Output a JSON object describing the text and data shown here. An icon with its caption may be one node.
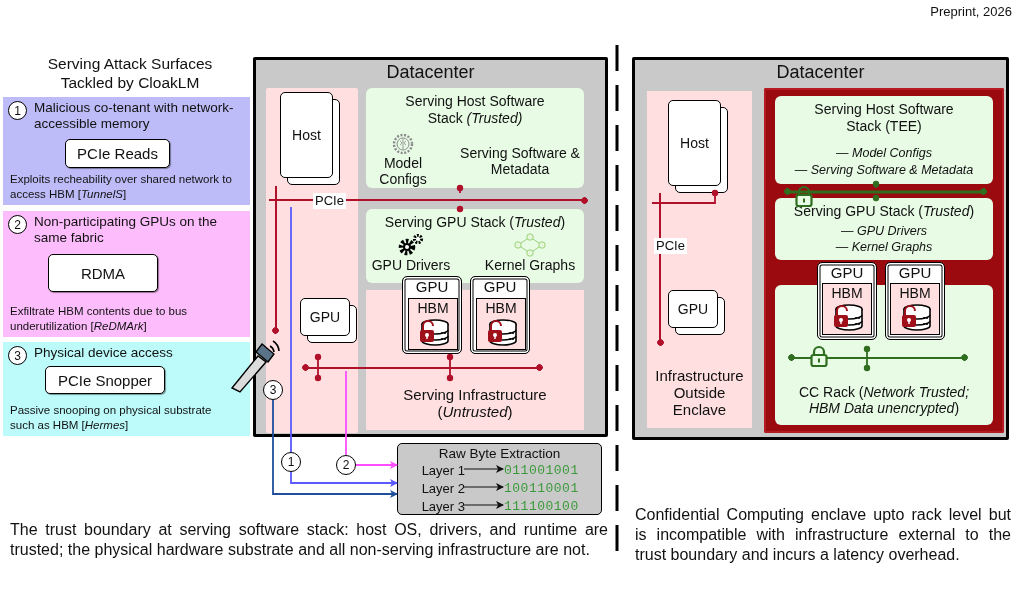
{
  "diagram": {
    "nodes": [
      {
        "text": [
          "Malicious co-tenant with network-accessible memory",
          "Exploits recheability over shared network to access HBM [*TunnelS*]"
        ]
      },
      {
        "text": [
          "1"
        ],
        "in": 0
      },
      {
        "text": [
          "PCIe Reads"
        ],
        "in": 0
      },
      {
        "text": [
          "Non-participating GPUs on the same fabric",
          "Exfiltrate HBM contents due to bus underutilization [*ReDMArk*]"
        ]
      },
      {
        "text": [
          "2"
        ],
        "in": 3
      },
      {
        "text": [
          "RDMA"
        ],
        "in": 3
      },
      {
        "text": [
          "Physical device access",
          "Passive snooping on physical substrate such as HBM [*Hermes*]"
        ]
      },
      {
        "text": [
          "3"
        ],
        "in": 6
      },
      {
        "text": [
          "PCIe Snopper"
        ],
        "in": 6
      },
      {
        "text": [
          "Datacenter"
        ]
      },
      {
        "text": [],
        "shape": "box",
        "in": 9
      },
      {
        "text": [
          "Host"
        ],
        "in": 10
      },
      {
        "text": [
          "GPU"
        ],
        "in": 10
      },
      {
        "text": [
          "Serving Host Software Stack *(Trusted)*"
        ],
        "in": 9
      },
      {
        "text": [
          "Model Configs"
        ],
        "in": 13
      },
      {
        "text": [
          "Serving Software & Metadata"
        ],
        "in": 13
      },
      {
        "text": [
          "Serving GPU Stack (*Trusted*)"
        ],
        "in": 9
      },
      {
        "text": [
          "GPU Drivers"
        ],
        "in": 16
      },
      {
        "text": [
          "Kernel Graphs"
        ],
        "in": 16
      },
      {
        "text": [
          "Serving Infrastructure (*Untrusted*)"
        ],
        "in": 9
      },
      {
        "text": [
          "GPU"
        ],
        "in": 9
      },
      {
        "text": [
          "HBM"
        ],
        "in": 20
      },
      {
        "text": [
          "GPU"
        ],
        "in": 9
      },
      {
        "text": [
          "HBM"
        ],
        "in": 22
      },
      {
        "text": [
          "1"
        ]
      },
      {
        "text": [
          "2"
        ]
      },
      {
        "text": [
          "3"
        ],
        "in": 9
      },
      {
        "text": [
          "Raw Byte Extraction"
        ]
      },
      {
        "text": [
          "Layer 1"
        ],
        "in": 27
      },
      {
        "text": [
          "011001001"
        ],
        "in": 27
      },
      {
        "text": [
          "Layer 2"
        ],
        "in": 27
      },
      {
        "text": [
          "100110001"
        ],
        "in": 27
      },
      {
        "text": [
          "Layer 3"
        ],
        "in": 27
      },
      {
        "text": [
          "111100100"
        ],
        "in": 27
      },
      {
        "text": [
          "Datacenter"
        ]
      },
      {
        "text": [
          "Infrastructure Outside Enclave"
        ],
        "in": 34
      },
      {
        "text": [
          "Host"
        ],
        "in": 35
      },
      {
        "text": [
          "GPU"
        ],
        "in": 35
      },
      {
        "text": [],
        "shape": "box",
        "in": 34
      },
      {
        "text": [
          "Serving Host Software Stack (TEE)",
          "— *Model Configs*",
          "— *Serving Software & Metadata*"
        ],
        "in": 38
      },
      {
        "text": [
          "Serving GPU Stack (*Trusted*)",
          "— *GPU Drivers*",
          "— *Kernel Graphs*"
        ],
        "in": 38
      },
      {
        "text": [
          "GPU"
        ],
        "in": 38
      },
      {
        "text": [
          "HBM"
        ]
      },
      {
        "text": [
          "GPU"
        ],
        "in": 38
      },
      {
        "text": [
          "HBM"
        ]
      },
      {
        "text": [
          "CC Rack (*Network Trusted; HBM Data unencrypted*)"
        ],
        "in": 38
      },
      {
        "text": [
          "PCIe"
        ],
        "in": 9
      },
      {
        "text": [],
        "shape": "bar",
        "in": 10
      },
      {
        "text": [],
        "shape": "bar",
        "in": 9
      },
      {
        "text": [
          "PCIe"
        ],
        "in": 35
      },
      {
        "text": [],
        "shape": "bar",
        "in": 38
      },
      {
        "text": [],
        "shape": "bar",
        "in": 45
      }
    ],
    "edges": [
      {
        "from": 46,
        "to": 24,
        "arrow": "none",
        "color": "#5a5aff"
      },
      {
        "from": 24,
        "to": 27,
        "arrow": "to",
        "color": "#5a5aff"
      },
      {
        "from": 48,
        "to": 25,
        "arrow": "none",
        "color": "#ff4dff"
      },
      {
        "from": 25,
        "to": 27,
        "arrow": "to",
        "color": "#ff4dff"
      },
      {
        "from": 26,
        "to": 27,
        "arrow": "to",
        "color": "#1f4f9c"
      },
      {
        "from": 28,
        "to": 29,
        "arrow": "to",
        "color": "#111111"
      },
      {
        "from": 30,
        "to": 31,
        "arrow": "to",
        "color": "#111111"
      },
      {
        "from": 32,
        "to": 33,
        "arrow": "to",
        "color": "#111111"
      },
      {
        "from": 46,
        "to": 13,
        "arrow": "other",
        "color": "#b0102a"
      },
      {
        "from": 46,
        "to": 16,
        "arrow": "other",
        "color": "#b0102a"
      },
      {
        "from": 49,
        "to": 36,
        "arrow": "other",
        "color": "#b0102a"
      },
      {
        "from": 50,
        "to": 39,
        "arrow": "other",
        "color": "#2f6e1f"
      },
      {
        "from": 50,
        "to": 40,
        "arrow": "other",
        "color": "#2f6e1f"
      }
    ],
    "labels": [
      "Preprint, 2026",
      "Serving Attack Surfaces Tackled by CloakLM",
      "The trust boundary at serving software stack: host OS, drivers, and runtime are trusted; the physical hardware substrate and all non-serving infrastructure are not.",
      "Confidential Computing enclave upto rack level but is incompatible with infrastructure external to the trust boundary and incurs a latency overhead."
    ]
  }
}
